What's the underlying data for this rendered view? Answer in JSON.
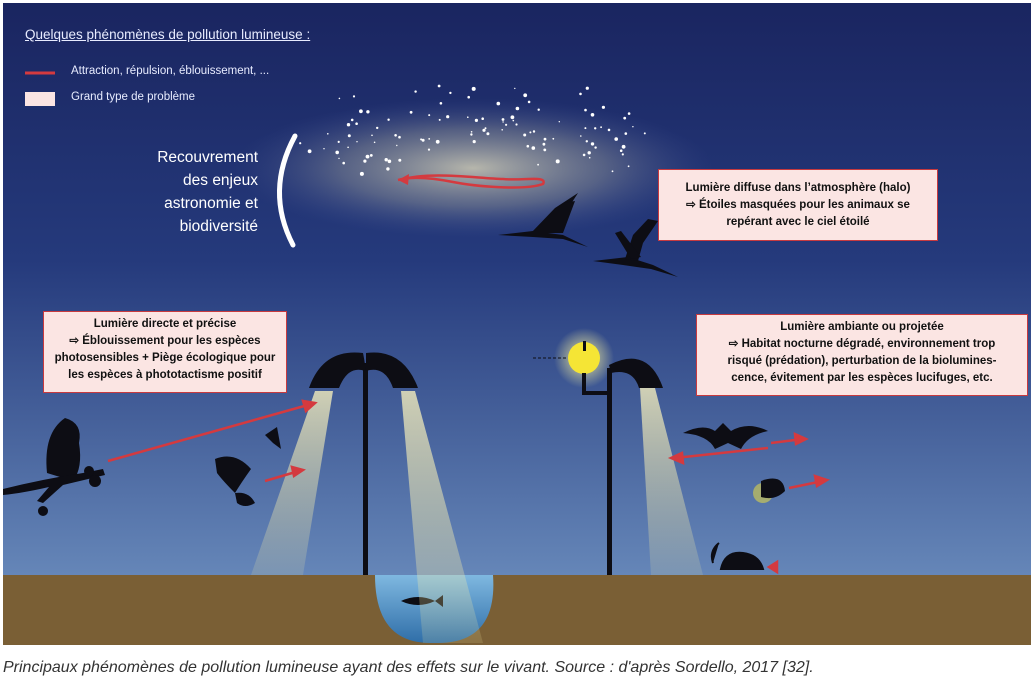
{
  "legend": {
    "title": "Quelques phénomènes de pollution lumineuse :",
    "items": [
      {
        "label": "Attraction, répulsion, éblouissement, ...",
        "color": "#d43a3f"
      },
      {
        "label": "Grand type de problème",
        "color": "#fbe5e3"
      }
    ]
  },
  "overlap_label": [
    "Recouvrement",
    "des enjeux",
    "astronomie et",
    "biodiversité"
  ],
  "boxes": {
    "halo": [
      "Lumière diffuse dans l’atmosphère (halo)",
      "⇨ Étoiles masquées pour les animaux se",
      "repérant avec le ciel étoilé"
    ],
    "direct": [
      "Lumière directe et précise",
      "⇨ Éblouissement pour les espèces",
      "photosensibles + Piège écologique pour",
      "les espèces à phototactisme positif"
    ],
    "ambient": [
      "Lumière ambiante ou projetée",
      "⇨ Habitat nocturne dégradé, environnement trop",
      "risqué (prédation), perturbation de la biolumines-",
      "cence, évitement par les espèces lucifuges, etc."
    ]
  },
  "caption": "Principaux phénomènes de pollution lumineuse ayant des effets sur le vivant. Source : d'après Sordello, 2017 [32].",
  "colors": {
    "sky_top": "#1a2560",
    "sky_bottom": "#5e7fb2",
    "ground": "#7a5f35",
    "arrow": "#d43a3f",
    "box_border": "#c73a3f",
    "box_fill": "#fbe5e3"
  }
}
